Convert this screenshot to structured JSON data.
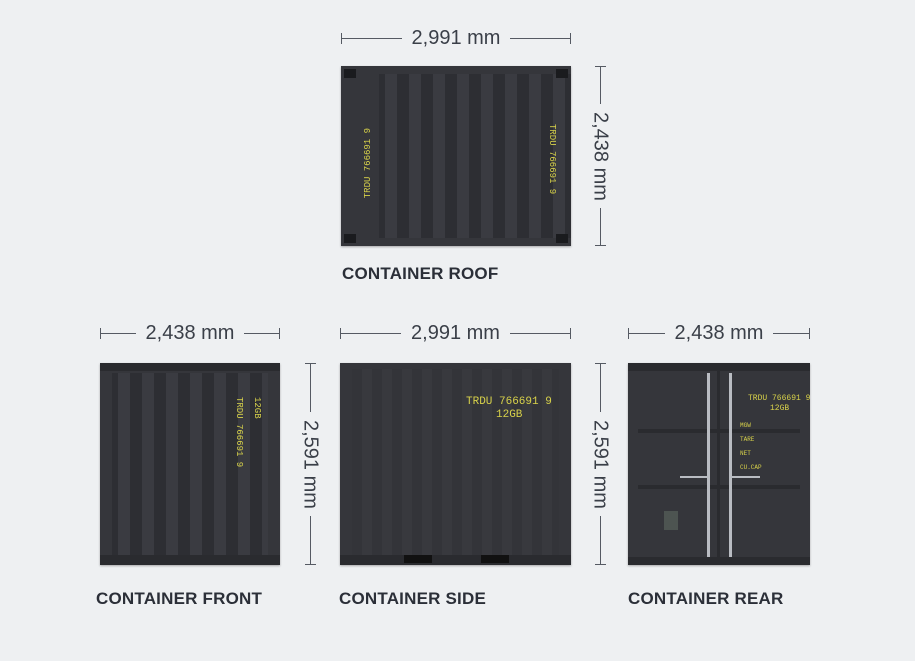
{
  "roof": {
    "width_dim": "2,991 mm",
    "height_dim": "2,438 mm",
    "label": "CONTAINER ROOF",
    "marking_left": "TRDU 766691 9",
    "marking_right": "TRDU 766691 9"
  },
  "front": {
    "width_dim": "2,438 mm",
    "height_dim": "2,591 mm",
    "label": "CONTAINER FRONT",
    "marking_id": "TRDU 766691 9",
    "marking_code": "12GB"
  },
  "side": {
    "width_dim": "2,991 mm",
    "height_dim": "2,591 mm",
    "label": "CONTAINER SIDE",
    "marking_id": "TRDU 766691 9",
    "marking_code": "12GB"
  },
  "rear": {
    "width_dim": "2,438 mm",
    "height_dim": "2,591 mm",
    "label": "CONTAINER REAR",
    "marking_id": "TRDU 766691 9",
    "marking_code": "12GB",
    "plate_rows": [
      "MGW",
      "TARE",
      "NET",
      "CU.CAP"
    ]
  },
  "colors": {
    "background": "#eef0f2",
    "container": "#35363b",
    "marking": "#d8d24a"
  }
}
